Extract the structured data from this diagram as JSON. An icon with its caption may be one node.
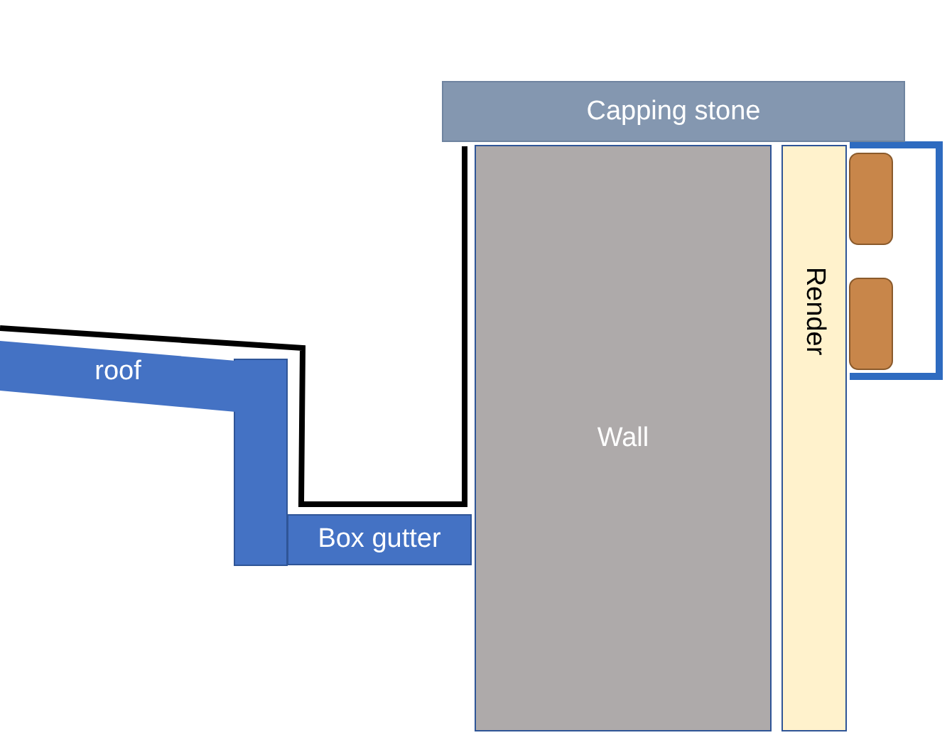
{
  "diagram": {
    "nodes": [
      {
        "text": [
          "Capping stone"
        ]
      },
      {
        "text": [
          "roof"
        ]
      },
      {
        "text": [
          "Wall"
        ]
      },
      {
        "text": [
          "Render"
        ]
      },
      {
        "text": [
          "Box gutter"
        ]
      }
    ]
  }
}
